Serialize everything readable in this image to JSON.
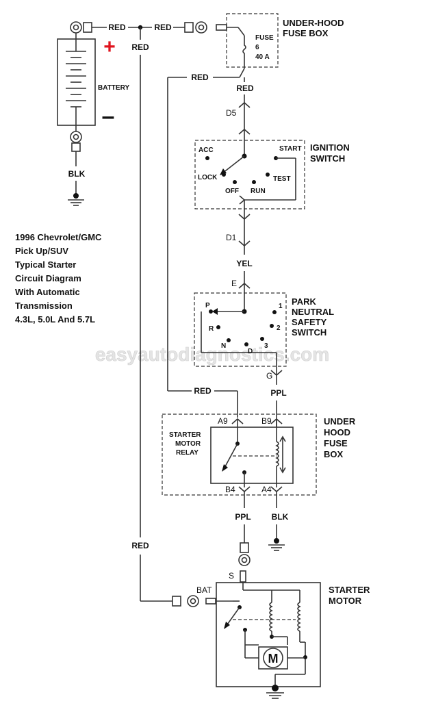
{
  "wire_colors": {
    "battery_top_left": "RED",
    "battery_top_right": "RED",
    "battery_drop": "RED",
    "battery_neg": "BLK",
    "fuse_feed_top": "RED",
    "fuse_out": "RED",
    "ign_out": "YEL",
    "relay_feed": "RED",
    "pns_out": "PPL",
    "relay_out_ppl": "PPL",
    "relay_out_blk": "BLK",
    "starter_feed": "RED"
  },
  "battery": {
    "label": "BATTERY",
    "plus": "+",
    "minus": "–"
  },
  "fuse_box_top": {
    "title_line1": "UNDER-HOOD",
    "title_line2": "FUSE BOX",
    "fuse_label": "FUSE",
    "fuse_number": "6",
    "fuse_rating": "40 A"
  },
  "connectors": {
    "d5": "D5",
    "d1": "D1",
    "e": "E",
    "g": "G",
    "a9": "A9",
    "b9": "B9",
    "b4": "B4",
    "a4": "A4",
    "s": "S",
    "bat": "BAT"
  },
  "ignition": {
    "title_line1": "IGNITION",
    "title_line2": "SWITCH",
    "acc": "ACC",
    "start": "START",
    "lock": "LOCK",
    "test": "TEST",
    "off": "OFF",
    "run": "RUN"
  },
  "pns": {
    "title_line1": "PARK",
    "title_line2": "NEUTRAL",
    "title_line3": "SAFETY",
    "title_line4": "SWITCH",
    "p": "P",
    "r": "R",
    "n": "N",
    "d": "D",
    "one": "1",
    "two": "2",
    "three": "3"
  },
  "relay_box": {
    "title_line1": "UNDER",
    "title_line2": "HOOD",
    "title_line3": "FUSE",
    "title_line4": "BOX",
    "relay_line1": "STARTER",
    "relay_line2": "MOTOR",
    "relay_line3": "RELAY"
  },
  "starter": {
    "title_line1": "STARTER",
    "title_line2": "MOTOR",
    "motor": "M"
  },
  "caption": [
    "1996 Chevrolet/GMC",
    "Pick Up/SUV",
    "Typical Starter",
    "Circuit Diagram",
    "With Automatic",
    "Transmission",
    "4.3L, 5.0L And 5.7L"
  ],
  "watermark": "easyautodiagnostics.com",
  "colors": {
    "plus": "#e0141e",
    "wire": "#333333",
    "watermark": "#e4e4e4"
  }
}
